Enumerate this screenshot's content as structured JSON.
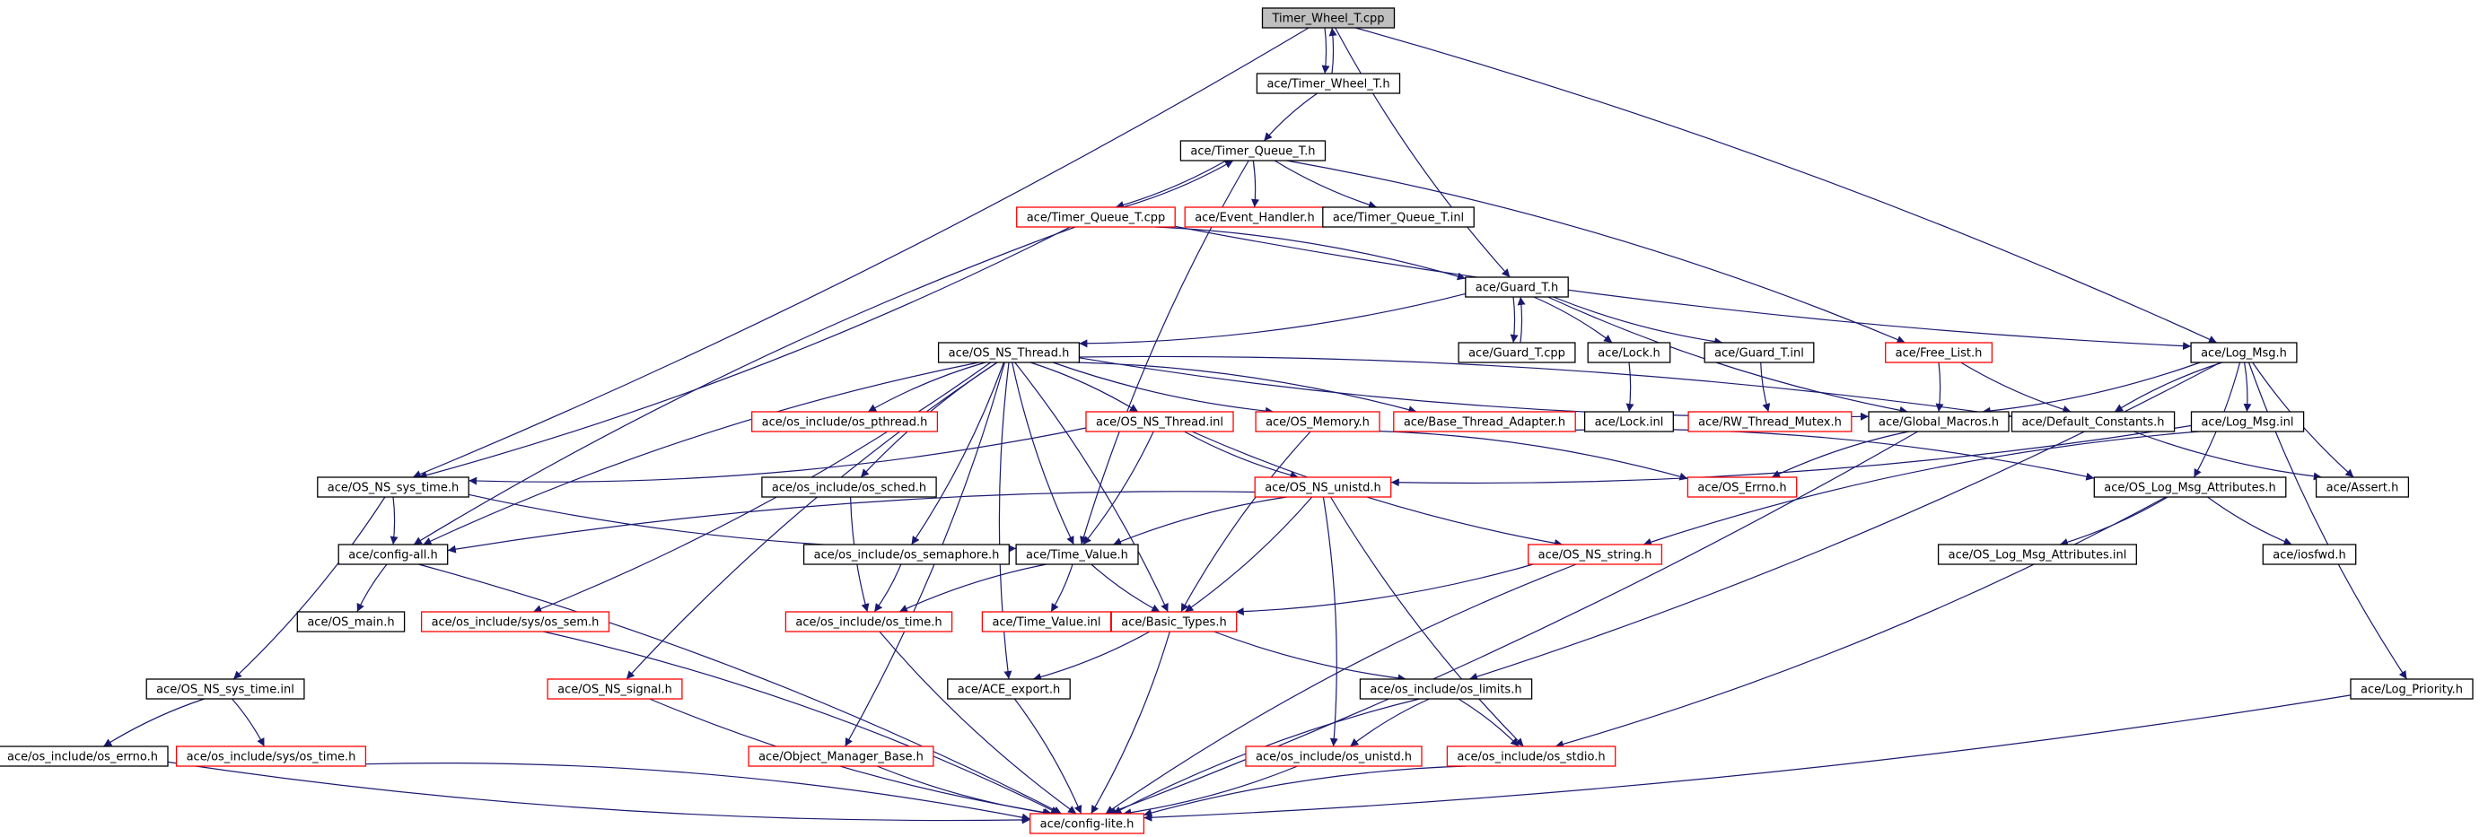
{
  "colors": {
    "background": "#ffffff",
    "focus_fill": "#bfbfbf",
    "edge": "#191970",
    "border_documented": "#000000",
    "border_undocumented": "#ff0000",
    "text": "#000000"
  },
  "nodes": [
    {
      "id": "timer_wheel_cpp",
      "label": "Timer_Wheel_T.cpp",
      "style": "focus"
    },
    {
      "id": "timer_wheel_h",
      "label": "ace/Timer_Wheel_T.h",
      "style": "documented"
    },
    {
      "id": "timer_queue_h",
      "label": "ace/Timer_Queue_T.h",
      "style": "documented"
    },
    {
      "id": "timer_queue_cpp",
      "label": "ace/Timer_Queue_T.cpp",
      "style": "undocumented"
    },
    {
      "id": "event_handler_h",
      "label": "ace/Event_Handler.h",
      "style": "undocumented"
    },
    {
      "id": "timer_queue_inl",
      "label": "ace/Timer_Queue_T.inl",
      "style": "documented"
    },
    {
      "id": "guard_h",
      "label": "ace/Guard_T.h",
      "style": "documented"
    },
    {
      "id": "guard_cpp",
      "label": "ace/Guard_T.cpp",
      "style": "documented"
    },
    {
      "id": "lock_h",
      "label": "ace/Lock.h",
      "style": "documented"
    },
    {
      "id": "guard_inl",
      "label": "ace/Guard_T.inl",
      "style": "documented"
    },
    {
      "id": "free_list_h",
      "label": "ace/Free_List.h",
      "style": "undocumented"
    },
    {
      "id": "log_msg_h",
      "label": "ace/Log_Msg.h",
      "style": "documented"
    },
    {
      "id": "os_ns_thread_h",
      "label": "ace/OS_NS_Thread.h",
      "style": "documented"
    },
    {
      "id": "os_pthread_h",
      "label": "ace/os_include/os_pthread.h",
      "style": "undocumented"
    },
    {
      "id": "os_ns_thread_inl",
      "label": "ace/OS_NS_Thread.inl",
      "style": "undocumented"
    },
    {
      "id": "os_memory_h",
      "label": "ace/OS_Memory.h",
      "style": "undocumented"
    },
    {
      "id": "base_thread_adapter_h",
      "label": "ace/Base_Thread_Adapter.h",
      "style": "undocumented"
    },
    {
      "id": "lock_inl",
      "label": "ace/Lock.inl",
      "style": "documented"
    },
    {
      "id": "rw_thread_mutex_h",
      "label": "ace/RW_Thread_Mutex.h",
      "style": "undocumented"
    },
    {
      "id": "global_macros_h",
      "label": "ace/Global_Macros.h",
      "style": "documented"
    },
    {
      "id": "default_constants_h",
      "label": "ace/Default_Constants.h",
      "style": "documented"
    },
    {
      "id": "log_msg_inl",
      "label": "ace/Log_Msg.inl",
      "style": "documented"
    },
    {
      "id": "os_ns_sys_time_h",
      "label": "ace/OS_NS_sys_time.h",
      "style": "documented"
    },
    {
      "id": "os_sched_h",
      "label": "ace/os_include/os_sched.h",
      "style": "documented"
    },
    {
      "id": "os_ns_unistd_h",
      "label": "ace/OS_NS_unistd.h",
      "style": "undocumented"
    },
    {
      "id": "os_errno_h",
      "label": "ace/OS_Errno.h",
      "style": "undocumented"
    },
    {
      "id": "os_log_msg_attributes_h",
      "label": "ace/OS_Log_Msg_Attributes.h",
      "style": "documented"
    },
    {
      "id": "assert_h",
      "label": "ace/Assert.h",
      "style": "documented"
    },
    {
      "id": "config_all_h",
      "label": "ace/config-all.h",
      "style": "documented"
    },
    {
      "id": "os_semaphore_h",
      "label": "ace/os_include/os_semaphore.h",
      "style": "documented"
    },
    {
      "id": "time_value_h",
      "label": "ace/Time_Value.h",
      "style": "documented"
    },
    {
      "id": "os_ns_string_h",
      "label": "ace/OS_NS_string.h",
      "style": "undocumented"
    },
    {
      "id": "os_log_msg_attributes_inl",
      "label": "ace/OS_Log_Msg_Attributes.inl",
      "style": "documented"
    },
    {
      "id": "iosfwd_h",
      "label": "ace/iosfwd.h",
      "style": "documented"
    },
    {
      "id": "os_main_h",
      "label": "ace/OS_main.h",
      "style": "documented"
    },
    {
      "id": "os_sys_sem_h",
      "label": "ace/os_include/sys/os_sem.h",
      "style": "undocumented"
    },
    {
      "id": "os_time_h",
      "label": "ace/os_include/os_time.h",
      "style": "undocumented"
    },
    {
      "id": "time_value_inl",
      "label": "ace/Time_Value.inl",
      "style": "undocumented"
    },
    {
      "id": "basic_types_h",
      "label": "ace/Basic_Types.h",
      "style": "undocumented"
    },
    {
      "id": "os_ns_sys_time_inl",
      "label": "ace/OS_NS_sys_time.inl",
      "style": "documented"
    },
    {
      "id": "os_ns_signal_h",
      "label": "ace/OS_NS_signal.h",
      "style": "undocumented"
    },
    {
      "id": "ace_export_h",
      "label": "ace/ACE_export.h",
      "style": "documented"
    },
    {
      "id": "os_limits_h",
      "label": "ace/os_include/os_limits.h",
      "style": "documented"
    },
    {
      "id": "log_priority_h",
      "label": "ace/Log_Priority.h",
      "style": "documented"
    },
    {
      "id": "os_include_os_errno_h",
      "label": "ace/os_include/os_errno.h",
      "style": "documented"
    },
    {
      "id": "os_sys_time_h",
      "label": "ace/os_include/sys/os_time.h",
      "style": "undocumented"
    },
    {
      "id": "object_manager_base_h",
      "label": "ace/Object_Manager_Base.h",
      "style": "undocumented"
    },
    {
      "id": "os_unistd_h",
      "label": "ace/os_include/os_unistd.h",
      "style": "undocumented"
    },
    {
      "id": "os_stdio_h",
      "label": "ace/os_include/os_stdio.h",
      "style": "undocumented"
    },
    {
      "id": "config_lite_h",
      "label": "ace/config-lite.h",
      "style": "undocumented"
    }
  ],
  "edges": [
    [
      "timer_wheel_cpp",
      "timer_wheel_h"
    ],
    [
      "timer_wheel_h",
      "timer_wheel_cpp"
    ],
    [
      "timer_wheel_cpp",
      "os_ns_sys_time_h"
    ],
    [
      "timer_wheel_cpp",
      "guard_h"
    ],
    [
      "timer_wheel_cpp",
      "log_msg_h"
    ],
    [
      "timer_wheel_h",
      "timer_queue_h"
    ],
    [
      "timer_queue_h",
      "timer_queue_cpp"
    ],
    [
      "timer_queue_cpp",
      "timer_queue_h"
    ],
    [
      "timer_queue_h",
      "event_handler_h"
    ],
    [
      "timer_queue_h",
      "timer_queue_inl"
    ],
    [
      "timer_queue_h",
      "free_list_h"
    ],
    [
      "timer_queue_h",
      "time_value_h"
    ],
    [
      "timer_queue_cpp",
      "guard_h"
    ],
    [
      "timer_queue_cpp",
      "log_msg_h"
    ],
    [
      "timer_queue_cpp",
      "os_ns_sys_time_h"
    ],
    [
      "timer_queue_cpp",
      "config_all_h"
    ],
    [
      "guard_h",
      "guard_cpp"
    ],
    [
      "guard_cpp",
      "guard_h"
    ],
    [
      "guard_h",
      "lock_h"
    ],
    [
      "guard_h",
      "guard_inl"
    ],
    [
      "guard_h",
      "os_ns_thread_h"
    ],
    [
      "guard_h",
      "global_macros_h"
    ],
    [
      "lock_h",
      "lock_inl"
    ],
    [
      "guard_inl",
      "rw_thread_mutex_h"
    ],
    [
      "free_list_h",
      "global_macros_h"
    ],
    [
      "free_list_h",
      "default_constants_h"
    ],
    [
      "log_msg_h",
      "global_macros_h"
    ],
    [
      "log_msg_h",
      "default_constants_h"
    ],
    [
      "log_msg_h",
      "log_msg_inl"
    ],
    [
      "log_msg_h",
      "assert_h"
    ],
    [
      "log_msg_h",
      "os_log_msg_attributes_h"
    ],
    [
      "log_msg_h",
      "log_priority_h"
    ],
    [
      "log_msg_h",
      "os_limits_h"
    ],
    [
      "log_msg_inl",
      "os_ns_string_h"
    ],
    [
      "log_msg_inl",
      "os_ns_unistd_h"
    ],
    [
      "os_ns_thread_h",
      "os_pthread_h"
    ],
    [
      "os_ns_thread_h",
      "os_ns_thread_inl"
    ],
    [
      "os_ns_thread_h",
      "os_memory_h"
    ],
    [
      "os_ns_thread_h",
      "base_thread_adapter_h"
    ],
    [
      "os_ns_thread_h",
      "global_macros_h"
    ],
    [
      "os_ns_thread_h",
      "default_constants_h"
    ],
    [
      "os_ns_thread_h",
      "os_sched_h"
    ],
    [
      "os_ns_thread_h",
      "os_semaphore_h"
    ],
    [
      "os_ns_thread_h",
      "time_value_h"
    ],
    [
      "os_ns_thread_h",
      "basic_types_h"
    ],
    [
      "os_ns_thread_h",
      "config_all_h"
    ],
    [
      "os_ns_thread_h",
      "os_sys_sem_h"
    ],
    [
      "os_ns_thread_h",
      "os_ns_signal_h"
    ],
    [
      "os_ns_thread_h",
      "object_manager_base_h"
    ],
    [
      "os_ns_thread_h",
      "ace_export_h"
    ],
    [
      "os_ns_thread_inl",
      "os_ns_sys_time_h"
    ],
    [
      "os_ns_thread_inl",
      "os_ns_unistd_h"
    ],
    [
      "os_ns_thread_inl",
      "time_value_h"
    ],
    [
      "os_ns_thread_inl",
      "os_ns_string_h"
    ],
    [
      "os_memory_h",
      "os_errno_h"
    ],
    [
      "os_memory_h",
      "basic_types_h"
    ],
    [
      "base_thread_adapter_h",
      "os_log_msg_attributes_h"
    ],
    [
      "global_macros_h",
      "os_errno_h"
    ],
    [
      "global_macros_h",
      "config_lite_h"
    ],
    [
      "default_constants_h",
      "assert_h"
    ],
    [
      "os_ns_sys_time_h",
      "config_all_h"
    ],
    [
      "os_ns_sys_time_h",
      "time_value_h"
    ],
    [
      "os_ns_sys_time_h",
      "os_ns_sys_time_inl"
    ],
    [
      "os_sched_h",
      "os_time_h"
    ],
    [
      "os_semaphore_h",
      "os_time_h"
    ],
    [
      "os_ns_unistd_h",
      "time_value_h"
    ],
    [
      "os_ns_unistd_h",
      "basic_types_h"
    ],
    [
      "os_ns_unistd_h",
      "config_all_h"
    ],
    [
      "os_ns_unistd_h",
      "os_unistd_h"
    ],
    [
      "os_ns_unistd_h",
      "os_stdio_h"
    ],
    [
      "os_log_msg_attributes_h",
      "os_log_msg_attributes_inl"
    ],
    [
      "os_log_msg_attributes_h",
      "iosfwd_h"
    ],
    [
      "os_log_msg_attributes_h",
      "os_stdio_h"
    ],
    [
      "config_all_h",
      "os_main_h"
    ],
    [
      "config_all_h",
      "config_lite_h"
    ],
    [
      "time_value_h",
      "os_time_h"
    ],
    [
      "time_value_h",
      "time_value_inl"
    ],
    [
      "time_value_h",
      "basic_types_h"
    ],
    [
      "os_ns_string_h",
      "basic_types_h"
    ],
    [
      "os_ns_string_h",
      "config_lite_h"
    ],
    [
      "os_sys_sem_h",
      "config_lite_h"
    ],
    [
      "os_time_h",
      "config_lite_h"
    ],
    [
      "basic_types_h",
      "ace_export_h"
    ],
    [
      "basic_types_h",
      "os_limits_h"
    ],
    [
      "basic_types_h",
      "config_lite_h"
    ],
    [
      "os_ns_sys_time_inl",
      "os_include_os_errno_h"
    ],
    [
      "os_ns_sys_time_inl",
      "os_sys_time_h"
    ],
    [
      "os_ns_signal_h",
      "config_lite_h"
    ],
    [
      "ace_export_h",
      "config_lite_h"
    ],
    [
      "os_limits_h",
      "os_unistd_h"
    ],
    [
      "os_limits_h",
      "os_stdio_h"
    ],
    [
      "os_limits_h",
      "config_lite_h"
    ],
    [
      "log_priority_h",
      "config_lite_h"
    ],
    [
      "os_include_os_errno_h",
      "config_lite_h"
    ],
    [
      "os_sys_time_h",
      "config_lite_h"
    ],
    [
      "object_manager_base_h",
      "config_lite_h"
    ],
    [
      "os_unistd_h",
      "config_lite_h"
    ],
    [
      "os_stdio_h",
      "config_lite_h"
    ]
  ]
}
